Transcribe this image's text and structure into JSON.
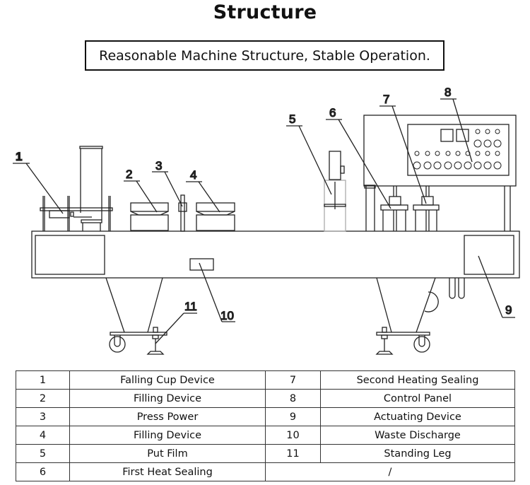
{
  "title": "Structure",
  "subtitle": "Reasonable Machine Structure, Stable Operation.",
  "diagram": {
    "callouts": [
      "1",
      "2",
      "3",
      "4",
      "5",
      "6",
      "7",
      "8",
      "9",
      "10",
      "11"
    ]
  },
  "parts_table": {
    "rows": [
      {
        "left_num": "1",
        "left_name": "Falling Cup Device",
        "right_num": "7",
        "right_name": "Second Heating Sealing"
      },
      {
        "left_num": "2",
        "left_name": "Filling Device",
        "right_num": "8",
        "right_name": "Control Panel"
      },
      {
        "left_num": "3",
        "left_name": "Press Power",
        "right_num": "9",
        "right_name": "Actuating Device"
      },
      {
        "left_num": "4",
        "left_name": "Filling Device",
        "right_num": "10",
        "right_name": "Waste Discharge"
      },
      {
        "left_num": "5",
        "left_name": "Put Film",
        "right_num": "11",
        "right_name": "Standing Leg"
      },
      {
        "left_num": "6",
        "left_name": "First Heat Sealing",
        "right_merged": "/"
      }
    ]
  }
}
